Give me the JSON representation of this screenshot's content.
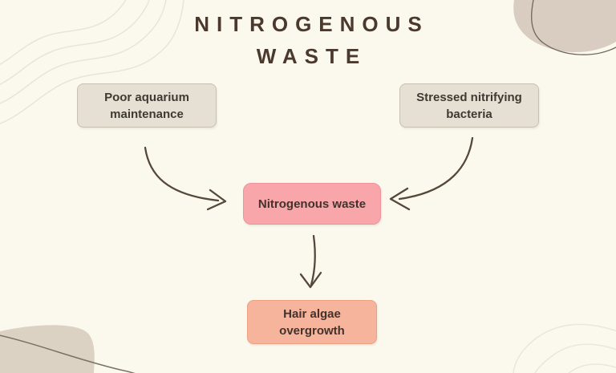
{
  "title": {
    "line1": "NITROGENOUS",
    "line2": "WASTE"
  },
  "nodes": {
    "poor_aquarium": {
      "line1": "Poor aquarium",
      "line2": "maintenance"
    },
    "stressed_bacteria": {
      "line1": "Stressed nitrifying",
      "line2": "bacteria"
    },
    "nitrogenous_waste": {
      "label": "Nitrogenous waste"
    },
    "hair_algae": {
      "line1": "Hair algae",
      "line2": "overgrowth"
    }
  },
  "edges": [
    {
      "from": "poor_aquarium",
      "to": "nitrogenous_waste",
      "style": "curved-hand-drawn-arrow"
    },
    {
      "from": "stressed_bacteria",
      "to": "nitrogenous_waste",
      "style": "curved-hand-drawn-arrow"
    },
    {
      "from": "nitrogenous_waste",
      "to": "hair_algae",
      "style": "straight-hand-drawn-arrow"
    }
  ],
  "colors": {
    "background": "#fbf9ee",
    "title_text": "#4a392c",
    "node_text": "#3e3a33",
    "beige_node_fill": "#e6dfd3",
    "beige_node_border": "#c8c1b1",
    "pink_node_fill": "#f8a6aa",
    "pink_node_border": "#ef9399",
    "peach_node_fill": "#f6b49c",
    "peach_node_border": "#eca183",
    "arrow": "#55473a",
    "corner_blob_fill": "#d8cdc0",
    "contour_line": "#e8e5d7",
    "accent_outline": "#6f675c"
  }
}
